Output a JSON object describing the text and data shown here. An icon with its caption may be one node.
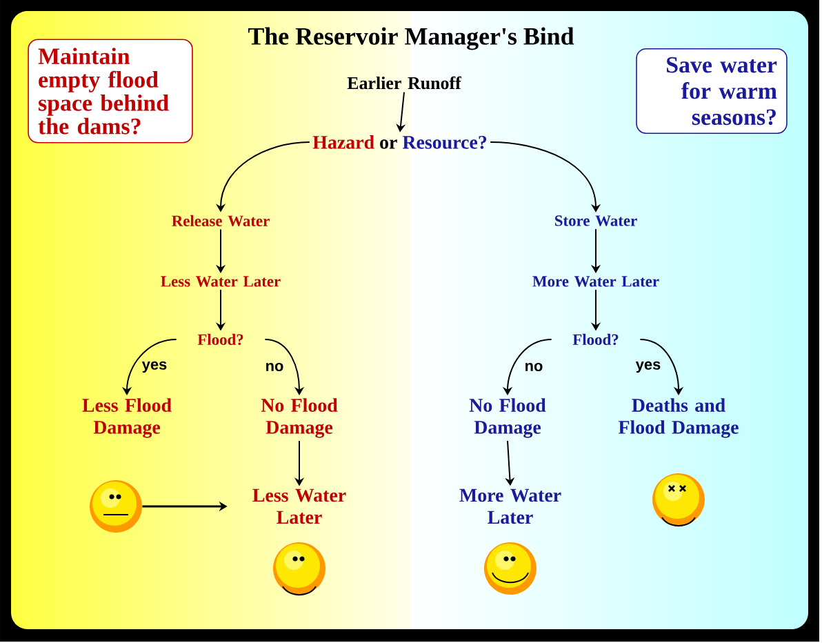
{
  "diagram": {
    "title": "The Reservoir Manager's Bind",
    "nodes": [
      {
        "text": [
          "Maintain empty flood space behind the dams?"
        ]
      },
      {
        "text": [
          "Save water for warm seasons?"
        ]
      },
      {
        "text": [
          "Earlier Runoff"
        ]
      },
      {
        "text": [
          "Hazard",
          "or",
          "Resource?"
        ]
      },
      {
        "text": [
          "Release Water"
        ]
      },
      {
        "text": [
          "Less Water Later"
        ]
      },
      {
        "text": [
          "Flood?"
        ]
      },
      {
        "text": [
          "Less Flood Damage"
        ]
      },
      {
        "text": [
          "No Flood Damage"
        ]
      },
      {
        "text": [],
        "shape": "picture"
      },
      {
        "text": [
          "Less Water Later"
        ]
      },
      {
        "text": [
          "Store Water"
        ]
      },
      {
        "text": [
          "More Water Later"
        ]
      },
      {
        "text": [
          "Flood?"
        ]
      },
      {
        "text": [
          "No Flood Damage"
        ]
      },
      {
        "text": [
          "Deaths and Flood Damage"
        ]
      },
      {
        "text": [
          "More Water Later"
        ]
      }
    ],
    "edges": [
      {
        "from": 2,
        "to": 3,
        "arrow": "to"
      },
      {
        "from": 3,
        "to": 4,
        "arrow": "to"
      },
      {
        "from": 3,
        "to": 11,
        "arrow": "to"
      },
      {
        "from": 4,
        "to": 5,
        "arrow": "to"
      },
      {
        "from": 5,
        "to": 6,
        "arrow": "to"
      },
      {
        "from": 6,
        "to": 7,
        "arrow": "to",
        "label": "yes"
      },
      {
        "from": 6,
        "to": 8,
        "arrow": "to",
        "label": "no"
      },
      {
        "from": 8,
        "to": 10,
        "arrow": "to"
      },
      {
        "from": 9,
        "to": 10,
        "arrow": "to"
      },
      {
        "from": 11,
        "to": 12,
        "arrow": "to"
      },
      {
        "from": 12,
        "to": 13,
        "arrow": "to"
      },
      {
        "from": 13,
        "to": 14,
        "arrow": "to",
        "label": "no"
      },
      {
        "from": 13,
        "to": 15,
        "arrow": "to",
        "label": "yes"
      },
      {
        "from": 14,
        "to": 16,
        "arrow": "to"
      }
    ]
  }
}
